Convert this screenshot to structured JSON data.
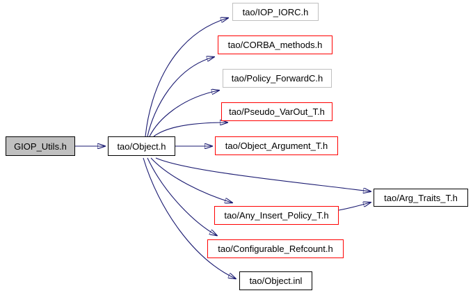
{
  "diagram": {
    "type": "include-dependency-graph",
    "palette": {
      "background": "#ffffff",
      "edge": "#191970",
      "text": "#000000",
      "node_fill": "#ffffff",
      "current_node_fill": "#c0c0c0",
      "node_border_default": "#000000",
      "node_border_truncated": "#ff0000",
      "node_border_undocumented": "#bfbfbf"
    },
    "nodes": [
      {
        "id": "giop-utils-h",
        "label": "GIOP_Utils.h",
        "style": "current"
      },
      {
        "id": "tao-object-h",
        "label": "tao/Object.h",
        "style": "default"
      },
      {
        "id": "tao-iop-iorc-h",
        "label": "tao/IOP_IORC.h",
        "style": "undocumented"
      },
      {
        "id": "tao-corba-methods-h",
        "label": "tao/CORBA_methods.h",
        "style": "truncated"
      },
      {
        "id": "tao-policy-forwardc-h",
        "label": "tao/Policy_ForwardC.h",
        "style": "undocumented"
      },
      {
        "id": "tao-pseudo-varout-t-h",
        "label": "tao/Pseudo_VarOut_T.h",
        "style": "truncated"
      },
      {
        "id": "tao-object-argument-t-h",
        "label": "tao/Object_Argument_T.h",
        "style": "truncated"
      },
      {
        "id": "tao-arg-traits-t-h",
        "label": "tao/Arg_Traits_T.h",
        "style": "default"
      },
      {
        "id": "tao-any-insert-policy-t-h",
        "label": "tao/Any_Insert_Policy_T.h",
        "style": "truncated"
      },
      {
        "id": "tao-configurable-refcount-h",
        "label": "tao/Configurable_Refcount.h",
        "style": "truncated"
      },
      {
        "id": "tao-object-inl",
        "label": "tao/Object.inl",
        "style": "default"
      }
    ],
    "edges": [
      {
        "from": "GIOP_Utils.h",
        "to": "tao/Object.h"
      },
      {
        "from": "tao/Object.h",
        "to": "tao/IOP_IORC.h"
      },
      {
        "from": "tao/Object.h",
        "to": "tao/CORBA_methods.h"
      },
      {
        "from": "tao/Object.h",
        "to": "tao/Policy_ForwardC.h"
      },
      {
        "from": "tao/Object.h",
        "to": "tao/Pseudo_VarOut_T.h"
      },
      {
        "from": "tao/Object.h",
        "to": "tao/Object_Argument_T.h"
      },
      {
        "from": "tao/Object.h",
        "to": "tao/Arg_Traits_T.h"
      },
      {
        "from": "tao/Object.h",
        "to": "tao/Any_Insert_Policy_T.h"
      },
      {
        "from": "tao/Object.h",
        "to": "tao/Configurable_Refcount.h"
      },
      {
        "from": "tao/Object.h",
        "to": "tao/Object.inl"
      },
      {
        "from": "tao/Any_Insert_Policy_T.h",
        "to": "tao/Arg_Traits_T.h"
      }
    ]
  }
}
